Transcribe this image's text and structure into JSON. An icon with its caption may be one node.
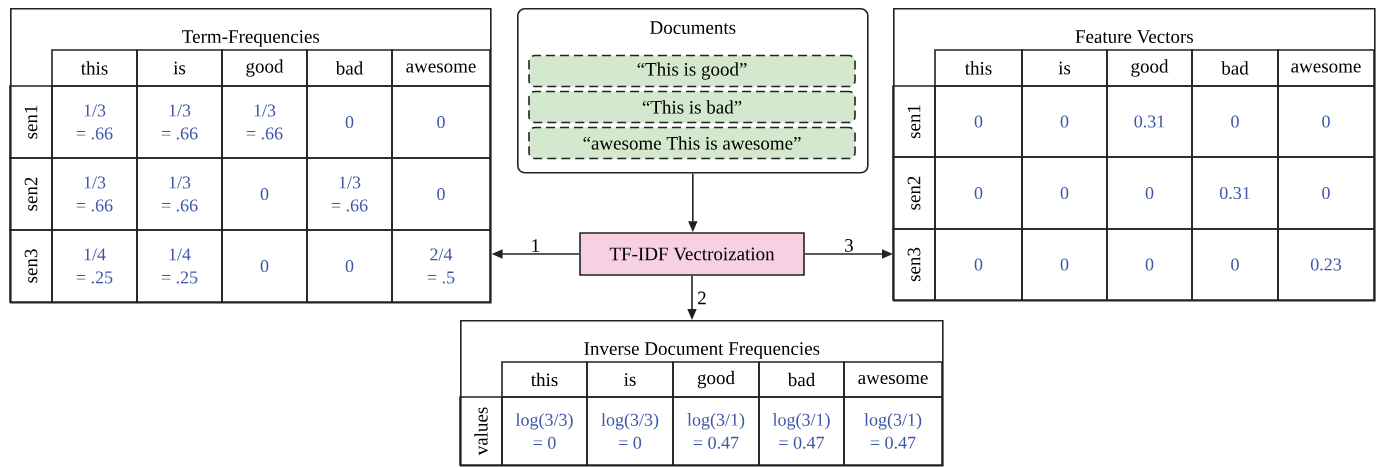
{
  "diagram": {
    "nodes": [
      {
        "text": [
          "Term-Frequencies"
        ]
      },
      {
        "text": [
          "Documents"
        ]
      },
      {
        "text": [
          "“This is good”"
        ],
        "in": 1
      },
      {
        "text": [
          "“This is bad”"
        ],
        "in": 1
      },
      {
        "text": [
          "“awesome This is awesome”"
        ],
        "in": 1
      },
      {
        "text": [
          "Feature Vectors"
        ]
      },
      {
        "text": [
          "TF-IDF Vectroization"
        ]
      },
      {
        "text": [
          "Inverse Document Frequencies"
        ]
      }
    ],
    "edges": [
      {
        "from": 1,
        "to": 6,
        "arrow": "to"
      },
      {
        "from": 6,
        "to": 0,
        "arrow": "to",
        "label": "1"
      },
      {
        "from": 6,
        "to": 7,
        "arrow": "to",
        "label": "2"
      },
      {
        "from": 6,
        "to": 5,
        "arrow": "to",
        "label": "3"
      }
    ],
    "labels": [
      "this",
      "is",
      "good",
      "bad",
      "awesome",
      "sen1",
      "1/3 = .66",
      "1/3 = .66",
      "1/3 = .66",
      "0",
      "0",
      "sen2",
      "1/3 = .66",
      "1/3 = .66",
      "0",
      "1/3 = .66",
      "0",
      "sen3",
      "1/4 = .25",
      "1/4 = .25",
      "0",
      "0",
      "2/4 = .5",
      "this",
      "is",
      "good",
      "bad",
      "awesome",
      "sen1",
      "0",
      "0",
      "0.31",
      "0",
      "0",
      "sen2",
      "0",
      "0",
      "0",
      "0.31",
      "0",
      "sen3",
      "0",
      "0",
      "0",
      "0",
      "0.23",
      "this",
      "is",
      "good",
      "bad",
      "awesome",
      "values",
      "log(3/3) = 0",
      "log(3/3) = 0",
      "log(3/1) = 0.47",
      "log(3/1) = 0.47",
      "log(3/1) = 0.47"
    ]
  }
}
